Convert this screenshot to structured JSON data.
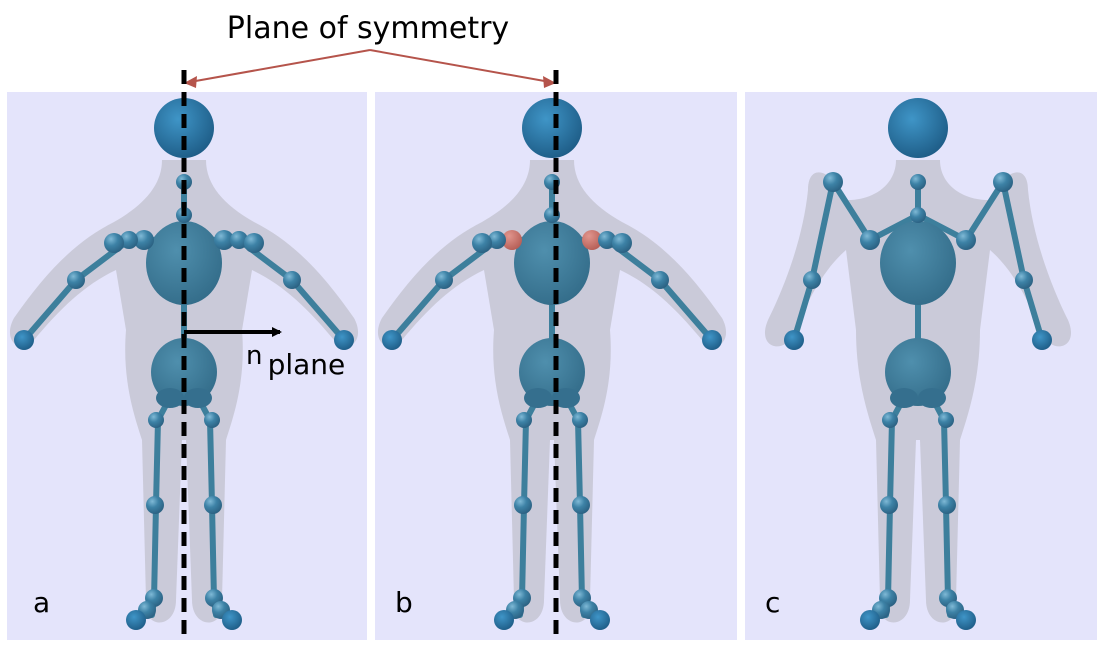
{
  "title": "Plane of symmetry",
  "panels": [
    {
      "label": "a"
    },
    {
      "label": "b"
    },
    {
      "label": "c"
    }
  ],
  "normal_label": {
    "main": "n",
    "subscript": "plane"
  },
  "colors": {
    "background": "#e4e4fb",
    "bone": "#3d7f9c",
    "joint": "#3f85a8",
    "highlight_joint": "#c9736b",
    "body": "#c3c3cf",
    "arrow_callout": "#b5544b",
    "symmetry_line": "#000000"
  },
  "icons": [
    "skeleton-figure",
    "symmetry-plane-line",
    "normal-vector-arrow"
  ]
}
